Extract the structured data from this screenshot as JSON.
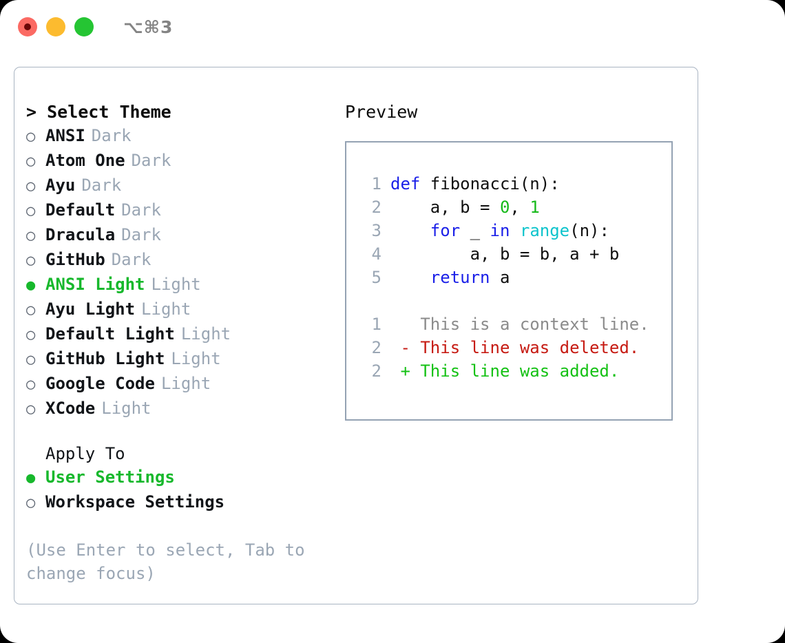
{
  "titlebar": {
    "shortcut": "⌥⌘3",
    "buttons": [
      {
        "name": "close",
        "color": "#fb6a63"
      },
      {
        "name": "minimize",
        "color": "#fcbb2f"
      },
      {
        "name": "zoom",
        "color": "#25c533"
      }
    ]
  },
  "theme_section": {
    "header": "> Select Theme",
    "options": [
      {
        "marker": "○",
        "label": "ANSI",
        "tag": "Dark",
        "selected": false
      },
      {
        "marker": "○",
        "label": "Atom One",
        "tag": "Dark",
        "selected": false
      },
      {
        "marker": "○",
        "label": "Ayu",
        "tag": "Dark",
        "selected": false
      },
      {
        "marker": "○",
        "label": "Default",
        "tag": "Dark",
        "selected": false
      },
      {
        "marker": "○",
        "label": "Dracula",
        "tag": "Dark",
        "selected": false
      },
      {
        "marker": "○",
        "label": "GitHub",
        "tag": "Dark",
        "selected": false
      },
      {
        "marker": "●",
        "label": "ANSI Light",
        "tag": "Light",
        "selected": true
      },
      {
        "marker": "○",
        "label": "Ayu Light",
        "tag": "Light",
        "selected": false
      },
      {
        "marker": "○",
        "label": "Default Light",
        "tag": "Light",
        "selected": false
      },
      {
        "marker": "○",
        "label": "GitHub Light",
        "tag": "Light",
        "selected": false
      },
      {
        "marker": "○",
        "label": "Google Code",
        "tag": "Light",
        "selected": false
      },
      {
        "marker": "○",
        "label": "XCode",
        "tag": "Light",
        "selected": false
      }
    ]
  },
  "apply_section": {
    "header": "Apply To",
    "options": [
      {
        "marker": "●",
        "label": "User Settings",
        "selected": true
      },
      {
        "marker": "○",
        "label": "Workspace Settings",
        "selected": false
      }
    ]
  },
  "hint": "(Use Enter to select, Tab to change focus)",
  "preview": {
    "header": "Preview",
    "code_lines": [
      {
        "num": "1",
        "tokens": [
          {
            "t": "def",
            "c": "kw"
          },
          {
            "t": " fibonacci(n):",
            "c": "plain"
          }
        ]
      },
      {
        "num": "2",
        "tokens": [
          {
            "t": "    a, b = ",
            "c": "plain"
          },
          {
            "t": "0",
            "c": "num"
          },
          {
            "t": ", ",
            "c": "plain"
          },
          {
            "t": "1",
            "c": "num"
          }
        ]
      },
      {
        "num": "3",
        "tokens": [
          {
            "t": "    ",
            "c": "plain"
          },
          {
            "t": "for",
            "c": "kw"
          },
          {
            "t": " _ ",
            "c": "plain"
          },
          {
            "t": "in",
            "c": "kw"
          },
          {
            "t": " ",
            "c": "plain"
          },
          {
            "t": "range",
            "c": "fn"
          },
          {
            "t": "(n):",
            "c": "plain"
          }
        ]
      },
      {
        "num": "4",
        "tokens": [
          {
            "t": "        a, b = b, a + b",
            "c": "plain"
          }
        ]
      },
      {
        "num": "5",
        "tokens": [
          {
            "t": "    ",
            "c": "plain"
          },
          {
            "t": "return",
            "c": "kw"
          },
          {
            "t": " a",
            "c": "plain"
          }
        ]
      }
    ],
    "diff_lines": [
      {
        "num": "1",
        "tokens": [
          {
            "t": "   This is a context line.",
            "c": "ctx"
          }
        ]
      },
      {
        "num": "2",
        "tokens": [
          {
            "t": " - This line was deleted.",
            "c": "del"
          }
        ]
      },
      {
        "num": "2",
        "tokens": [
          {
            "t": " + This line was added.",
            "c": "add"
          }
        ]
      }
    ]
  }
}
